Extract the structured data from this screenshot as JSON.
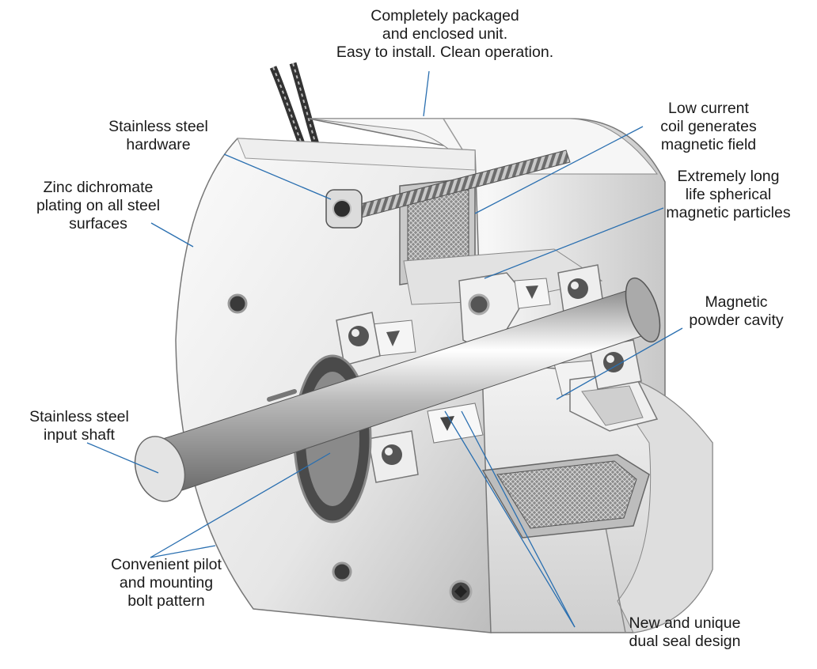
{
  "callouts": {
    "packaged": {
      "lines": [
        "Completely packaged",
        "and enclosed unit.",
        "Easy to install. Clean operation."
      ]
    },
    "hardware": {
      "lines": [
        "Stainless steel",
        "hardware"
      ]
    },
    "zinc": {
      "lines": [
        "Zinc dichromate",
        "plating on all steel",
        "surfaces"
      ]
    },
    "coil": {
      "lines": [
        "Low current",
        "coil generates",
        "magnetic field"
      ]
    },
    "particles": {
      "lines": [
        "Extremely long",
        "life spherical",
        "magnetic particles"
      ]
    },
    "cavity": {
      "lines": [
        "Magnetic",
        "powder cavity"
      ]
    },
    "shaft": {
      "lines": [
        "Stainless steel",
        "input shaft"
      ]
    },
    "pilot": {
      "lines": [
        "Convenient pilot",
        "and mounting",
        "bolt pattern"
      ]
    },
    "seal": {
      "lines": [
        "New and unique",
        "dual seal design"
      ]
    }
  },
  "colors": {
    "housing_light": "#f2f2f2",
    "housing_mid": "#d9d9d9",
    "housing_dark": "#9a9a9a",
    "outline": "#555555",
    "text": "#1a1a1a",
    "leader": "#2a6fb0"
  }
}
